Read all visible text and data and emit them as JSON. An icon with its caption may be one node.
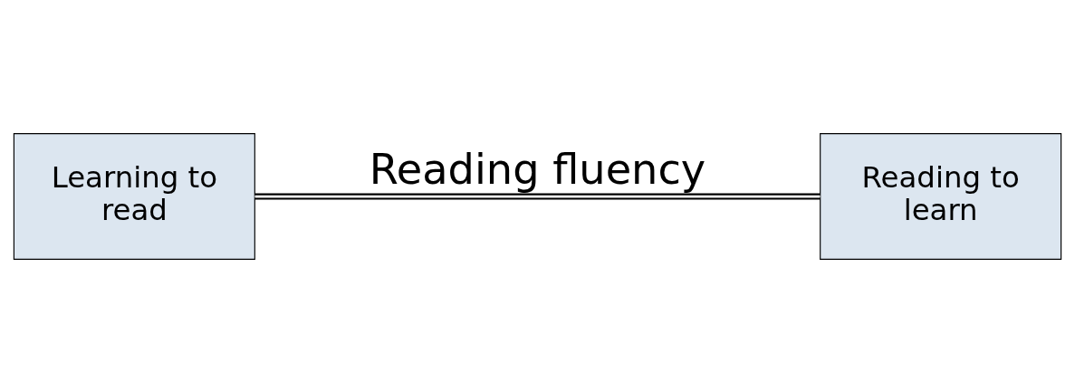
{
  "diagram": {
    "nodes": [
      {
        "text": [
          "Learning to read"
        ]
      },
      {
        "text": [
          "Reading to learn"
        ]
      }
    ],
    "edges": [
      {
        "from": 0,
        "to": 1,
        "arrow": "none",
        "label": "Reading fluency"
      }
    ]
  }
}
